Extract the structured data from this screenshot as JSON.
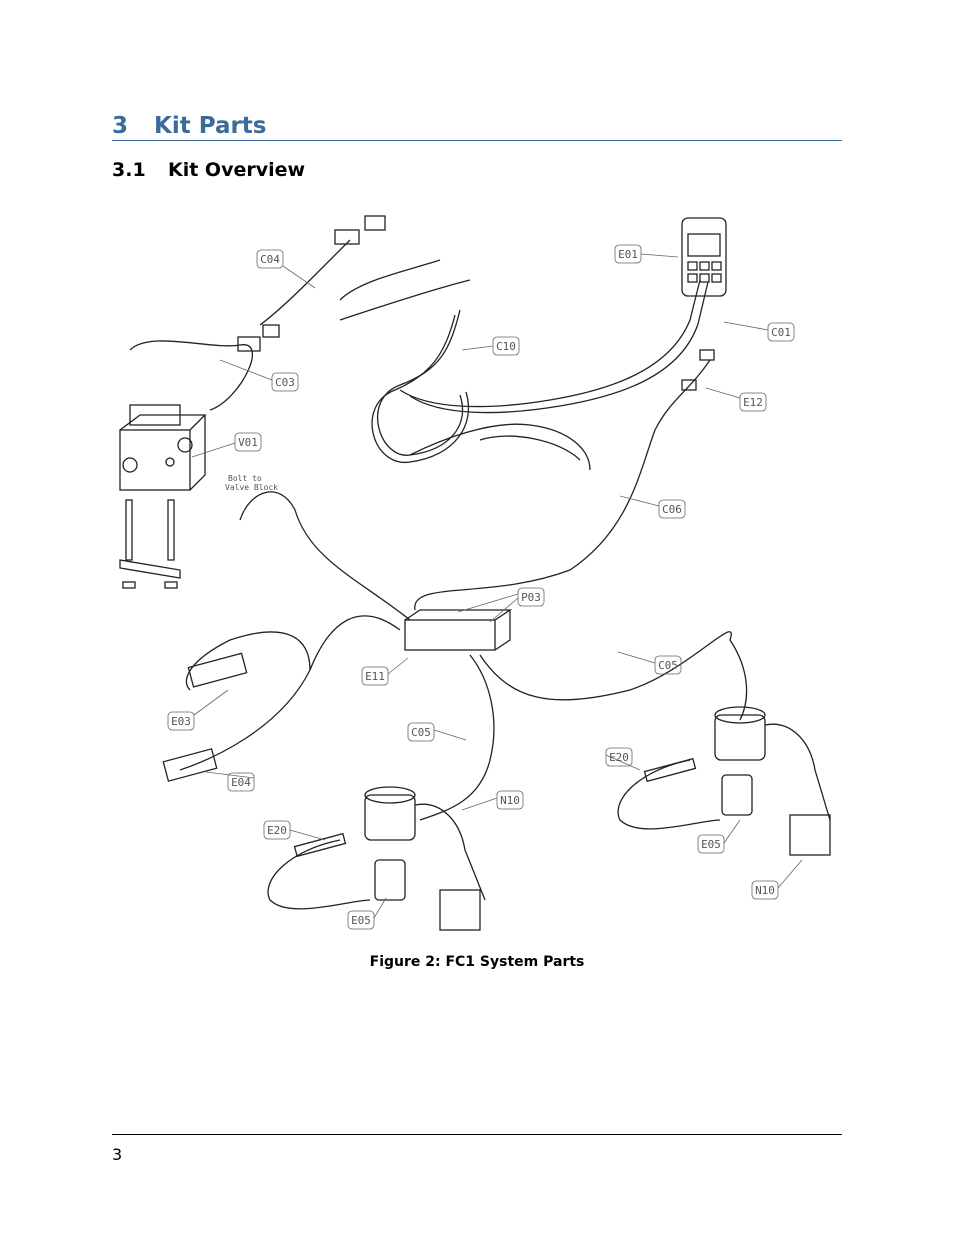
{
  "heading1": {
    "number": "3",
    "title": "Kit Parts"
  },
  "heading2": {
    "number": "3.1",
    "title": "Kit Overview"
  },
  "figure": {
    "caption": "Figure 2: FC1 System Parts",
    "callouts": {
      "c04": "C04",
      "e01": "E01",
      "c01": "C01",
      "c10": "C10",
      "c03": "C03",
      "e12": "E12",
      "v01": "V01",
      "c06": "C06",
      "p03": "P03",
      "c05a": "C05",
      "e11": "E11",
      "c05b": "C05",
      "e03": "E03",
      "e20a": "E20",
      "e04": "E04",
      "n10a": "N10",
      "e20b": "E20",
      "e05a": "E05",
      "n10b": "N10",
      "e05b": "E05"
    },
    "note_line1": "Bolt to",
    "note_line2": "Valve Block"
  },
  "footer": {
    "page_number": "3"
  }
}
